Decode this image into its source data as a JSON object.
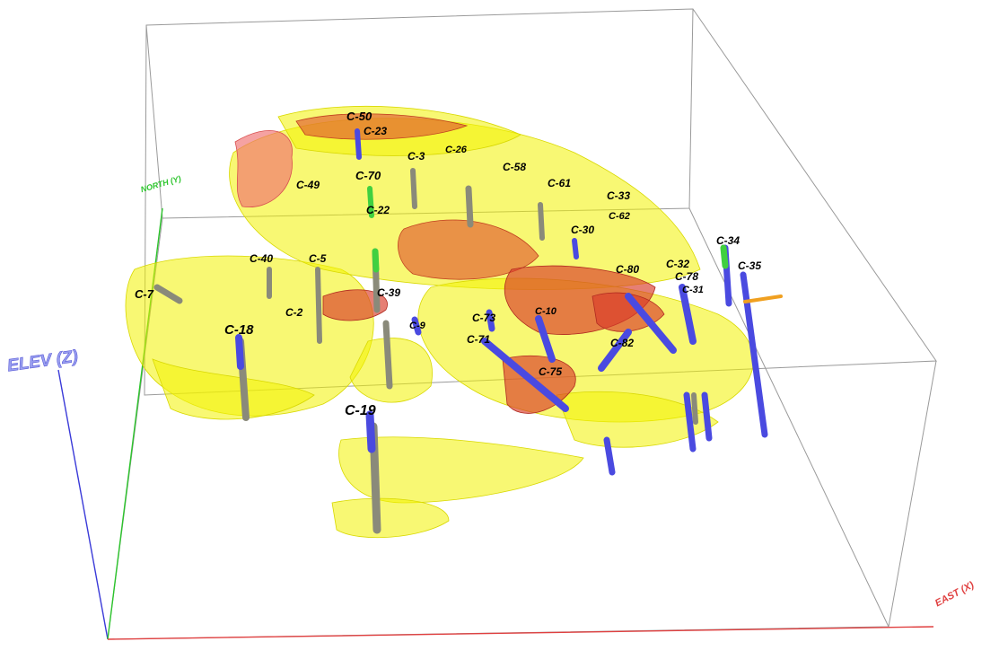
{
  "axes": {
    "elevation": "ELEV (Z)",
    "north": "NORTH (Y)",
    "east": "EAST (X)"
  },
  "colors": {
    "bounding_box": "#9a9a9a",
    "axis_z": "#3a3ad8",
    "axis_y": "#2cc42c",
    "axis_x": "#e04040",
    "ore_shell_yellow": "#f2f200",
    "ore_core_red": "#d83a2a",
    "ore_pink": "#f07070",
    "drillhole_blue": "#4a4ae0",
    "drillhole_grey": "#8a8a7a",
    "drillhole_green": "#40d040"
  },
  "drillholes": [
    {
      "id": "C-50"
    },
    {
      "id": "C-23"
    },
    {
      "id": "C-70"
    },
    {
      "id": "C-33"
    },
    {
      "id": "C-32"
    },
    {
      "id": "C-30"
    },
    {
      "id": "C-34"
    },
    {
      "id": "C-35"
    },
    {
      "id": "C-18"
    },
    {
      "id": "C-19"
    },
    {
      "id": "C-7"
    },
    {
      "id": "C-5"
    },
    {
      "id": "C-40"
    },
    {
      "id": "C-78"
    },
    {
      "id": "C-82"
    },
    {
      "id": "C-73"
    },
    {
      "id": "C-75"
    },
    {
      "id": "C-80"
    },
    {
      "id": "C-22"
    },
    {
      "id": "C-49"
    },
    {
      "id": "C-61"
    },
    {
      "id": "C-58"
    },
    {
      "id": "C-2"
    },
    {
      "id": "C-71"
    },
    {
      "id": "C-62"
    },
    {
      "id": "C-39"
    },
    {
      "id": "C-3"
    },
    {
      "id": "C-31"
    },
    {
      "id": "C-26"
    },
    {
      "id": "C-9"
    },
    {
      "id": "C-10"
    }
  ]
}
